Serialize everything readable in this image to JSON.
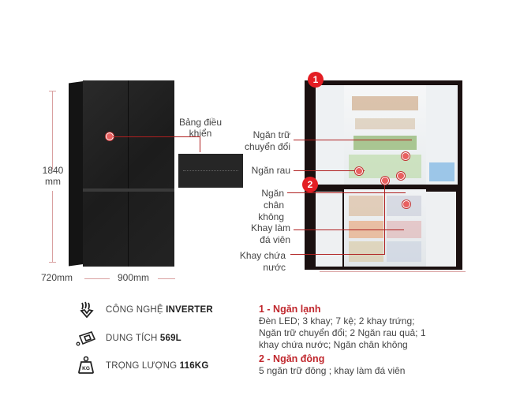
{
  "dimensions": {
    "height_label_line1": "1840",
    "height_label_line2": "mm",
    "depth_label": "720mm",
    "width_label": "900mm"
  },
  "control_panel": {
    "label_line1": "Bảng điều",
    "label_line2": "khiển"
  },
  "callouts": [
    {
      "line1": "Ngăn trữ",
      "line2": "chuyển đổi"
    },
    {
      "line1": "Ngăn rau",
      "line2": ""
    },
    {
      "line1": "Ngăn",
      "line2": "chân không"
    },
    {
      "line1": "Khay làm",
      "line2": "đá viên"
    },
    {
      "line1": "Khay chứa",
      "line2": "nước"
    }
  ],
  "badges": [
    "1",
    "2"
  ],
  "specs": [
    {
      "icon": "inverter-icon",
      "label": "CÔNG NGHỆ ",
      "value": "INVERTER"
    },
    {
      "icon": "capacity-icon",
      "label": "DUNG TÍCH ",
      "value": "569L"
    },
    {
      "icon": "weight-kg-icon",
      "label": "TRỌNG LƯỢNG ",
      "value": "116KG",
      "icon_text": "KG"
    }
  ],
  "compartments": [
    {
      "title": "1 - Ngăn lạnh",
      "lines": [
        "Đèn LED; 3 khay; 7 kệ; 2 khay trứng;",
        "Ngăn trữ chuyển đổi; 2 Ngăn rau quả; 1",
        "khay chứa nước; Ngăn chân không"
      ]
    },
    {
      "title": "2 - Ngăn đông",
      "lines": [
        "5 ngăn trữ đông ; khay làm đá viên"
      ]
    }
  ],
  "colors": {
    "accent_red": "#e31e24",
    "title_red": "#c0272d",
    "fridge_body": "#1e1e1e"
  }
}
